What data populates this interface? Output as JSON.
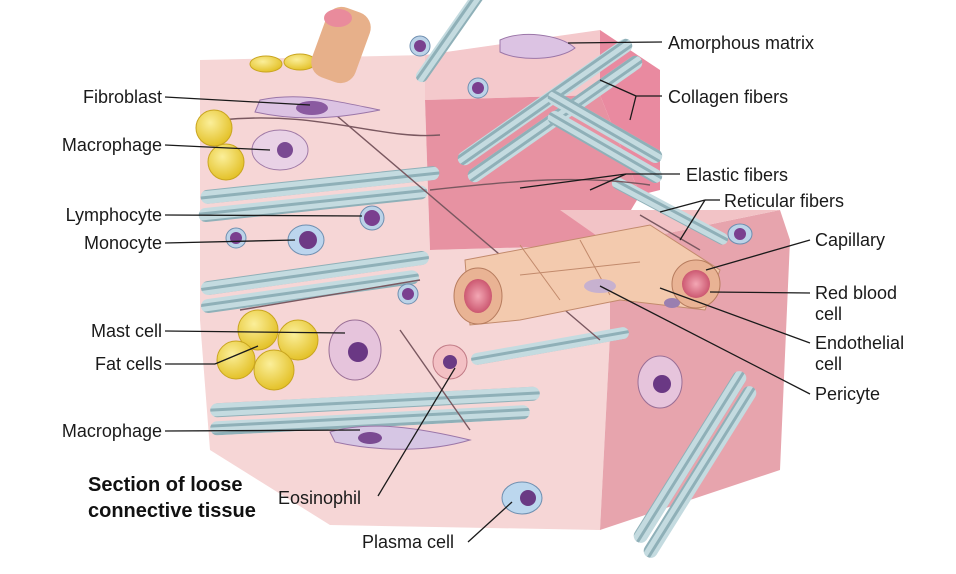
{
  "caption": {
    "line1": "Section of loose",
    "line2": "connective tissue"
  },
  "labels": {
    "amorphous_matrix": "Amorphous matrix",
    "collagen_fibers": "Collagen fibers",
    "elastic_fibers": "Elastic fibers",
    "reticular_fibers": "Reticular fibers",
    "capillary": "Capillary",
    "red_blood_cell_1": "Red blood",
    "red_blood_cell_2": "cell",
    "endothelial_cell_1": "Endothelial",
    "endothelial_cell_2": "cell",
    "pericyte": "Pericyte",
    "fibroblast": "Fibroblast",
    "macrophage_top": "Macrophage",
    "lymphocyte": "Lymphocyte",
    "monocyte": "Monocyte",
    "mast_cell": "Mast cell",
    "fat_cells": "Fat cells",
    "macrophage_bottom": "Macrophage",
    "eosinophil": "Eosinophil",
    "plasma_cell": "Plasma cell"
  },
  "colors": {
    "tissue_light": "#f6d3d3",
    "tissue_mid": "#eeb7bd",
    "tissue_dark": "#e08a98",
    "collagen": "#b9d3d8",
    "collagen_stripe": "#7fa2aa",
    "fat": "#f2d640",
    "nucleus": "#6c3a86",
    "capillary": "#f0c8a8"
  }
}
